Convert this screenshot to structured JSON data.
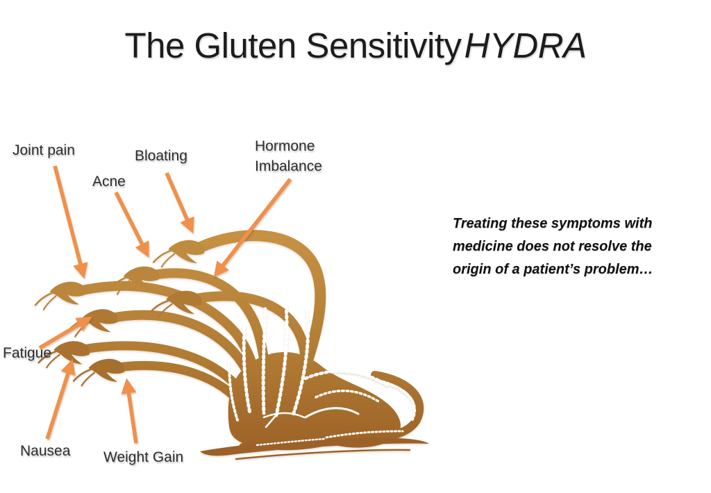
{
  "slide": {
    "title": {
      "text": "The Gluten Sensitivity",
      "emphasis": "HYDRA"
    },
    "symptom_labels": [
      {
        "id": "joint-pain",
        "text": "Joint pain"
      },
      {
        "id": "acne",
        "text": "Acne"
      },
      {
        "id": "bloating",
        "text": "Bloating"
      },
      {
        "id": "hormone-imbalance",
        "text": "Hormone Imbalance"
      },
      {
        "id": "fatigue",
        "text": "Fatigue"
      },
      {
        "id": "nausea",
        "text": "Nausea"
      },
      {
        "id": "weight-gain",
        "text": "Weight Gain"
      }
    ],
    "note": {
      "lines": [
        "Treating these symptoms with",
        "medicine does not resolve the",
        "origin of a patient’s problem…"
      ]
    },
    "illustration": {
      "name": "gluten-hydra",
      "description": "Seven-headed serpent hydra made of wheat, lying on a ground line",
      "head_count": 7
    },
    "colors": {
      "arrow": "#F0904A",
      "hydra_light": "#C69143",
      "hydra_dark": "#9A5F26",
      "label_text": "#2d2d2d",
      "note_text": "#121212",
      "title_text": "#1c1c1c",
      "background": "#ffffff"
    }
  }
}
